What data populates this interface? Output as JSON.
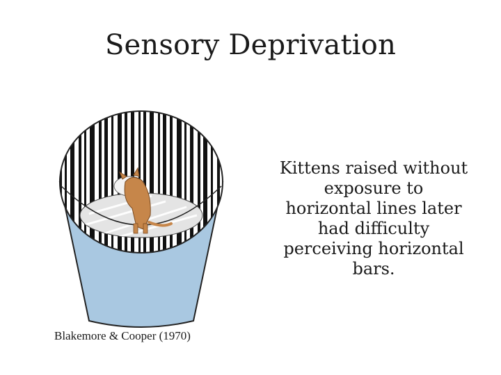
{
  "slide": {
    "title": "Sensory Deprivation",
    "caption_lines": [
      "Kittens raised without",
      "exposure to",
      "horizontal lines later",
      "had difficulty",
      "perceiving horizontal",
      "bars."
    ],
    "citation": "Blakemore & Cooper (1970)"
  },
  "colors": {
    "cylinder_blue": "#a9c8e1",
    "stripe_black": "#111111",
    "kitten_orange": "#c6864a",
    "floor_grey": "#dcdcdc"
  },
  "icons": {
    "illustration": "striped-cylinder-with-kitten"
  }
}
